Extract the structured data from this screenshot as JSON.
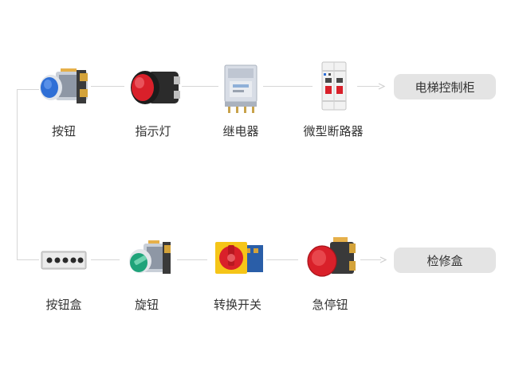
{
  "row1": {
    "items": [
      {
        "label": "按钮",
        "icon": "push-button-icon"
      },
      {
        "label": "指示灯",
        "icon": "indicator-light-icon"
      },
      {
        "label": "继电器",
        "icon": "relay-icon"
      },
      {
        "label": "微型断路器",
        "icon": "miniature-circuit-breaker-icon"
      }
    ],
    "target": "电梯控制柜"
  },
  "row2": {
    "items": [
      {
        "label": "按钮盒",
        "icon": "button-box-icon"
      },
      {
        "label": "旋钮",
        "icon": "rotary-knob-icon"
      },
      {
        "label": "转换开关",
        "icon": "changeover-switch-icon"
      },
      {
        "label": "急停钮",
        "icon": "emergency-stop-button-icon"
      }
    ],
    "target": "检修盒"
  },
  "colors": {
    "connector": "#d6d6d6",
    "target_bg": "#e4e4e4",
    "text": "#333333",
    "button_blue": "#2f6fd6",
    "lamp_red": "#d9202a",
    "switch_yellow": "#f5c518",
    "knob_green": "#1fa37a"
  }
}
